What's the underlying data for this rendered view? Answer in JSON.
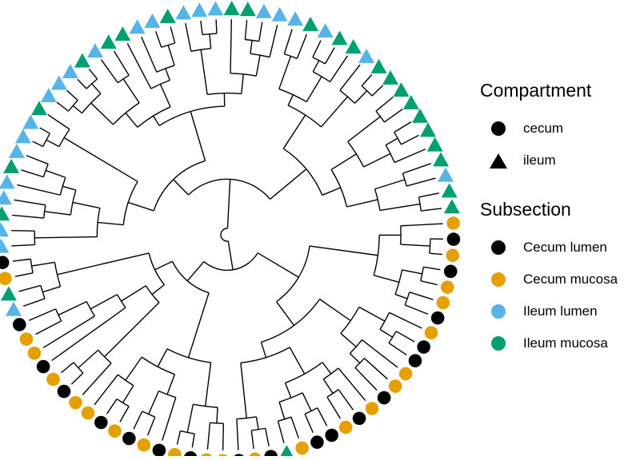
{
  "colors": {
    "cecum_lumen": "#000000",
    "cecum_mucosa": "#E69F00",
    "ileum_lumen": "#56B4E9",
    "ileum_mucosa": "#009E73",
    "branch": "#000000"
  },
  "legend": {
    "compartment": {
      "title": "Compartment",
      "items": [
        {
          "label": "cecum",
          "shape": "circle"
        },
        {
          "label": "ileum",
          "shape": "triangle"
        }
      ]
    },
    "subsection": {
      "title": "Subsection",
      "items": [
        {
          "label": "Cecum lumen",
          "color": "#000000"
        },
        {
          "label": "Cecum mucosa",
          "color": "#E69F00"
        },
        {
          "label": "Ileum lumen",
          "color": "#56B4E9"
        },
        {
          "label": "Ileum mucosa",
          "color": "#009E73"
        }
      ]
    }
  },
  "tree": {
    "type": "circular dendrogram",
    "tips_clockwise_from_right": [
      "CM",
      "CL",
      "CM",
      "CL",
      "CM",
      "CM",
      "CL",
      "CM",
      "CL",
      "CL",
      "CM",
      "CM",
      "CL",
      "CM",
      "CL",
      "CM",
      "CL",
      "CL",
      "CM",
      "IM",
      "CL",
      "CM",
      "CL",
      "CM",
      "CM",
      "CL",
      "CM",
      "CL",
      "CM",
      "CL",
      "CM",
      "CL",
      "CM",
      "CM",
      "CL",
      "CM",
      "CL",
      "CM",
      "CM",
      "CL",
      "IL",
      "IM",
      "CM",
      "CL",
      "IL",
      "IL",
      "IM",
      "IL",
      "IL",
      "IM",
      "IL",
      "IL",
      "IL",
      "IM",
      "IL",
      "IL",
      "IL",
      "IM",
      "IL",
      "IM",
      "IM",
      "IL",
      "IL",
      "IM",
      "IL",
      "IL",
      "IL",
      "IM",
      "IM",
      "IL",
      "IL",
      "IL",
      "IM",
      "IL",
      "IM",
      "IM",
      "IL",
      "IM",
      "IM",
      "IM",
      "IM",
      "IM",
      "IM",
      "IM",
      "IM",
      "IL",
      "IM",
      "IM"
    ]
  }
}
